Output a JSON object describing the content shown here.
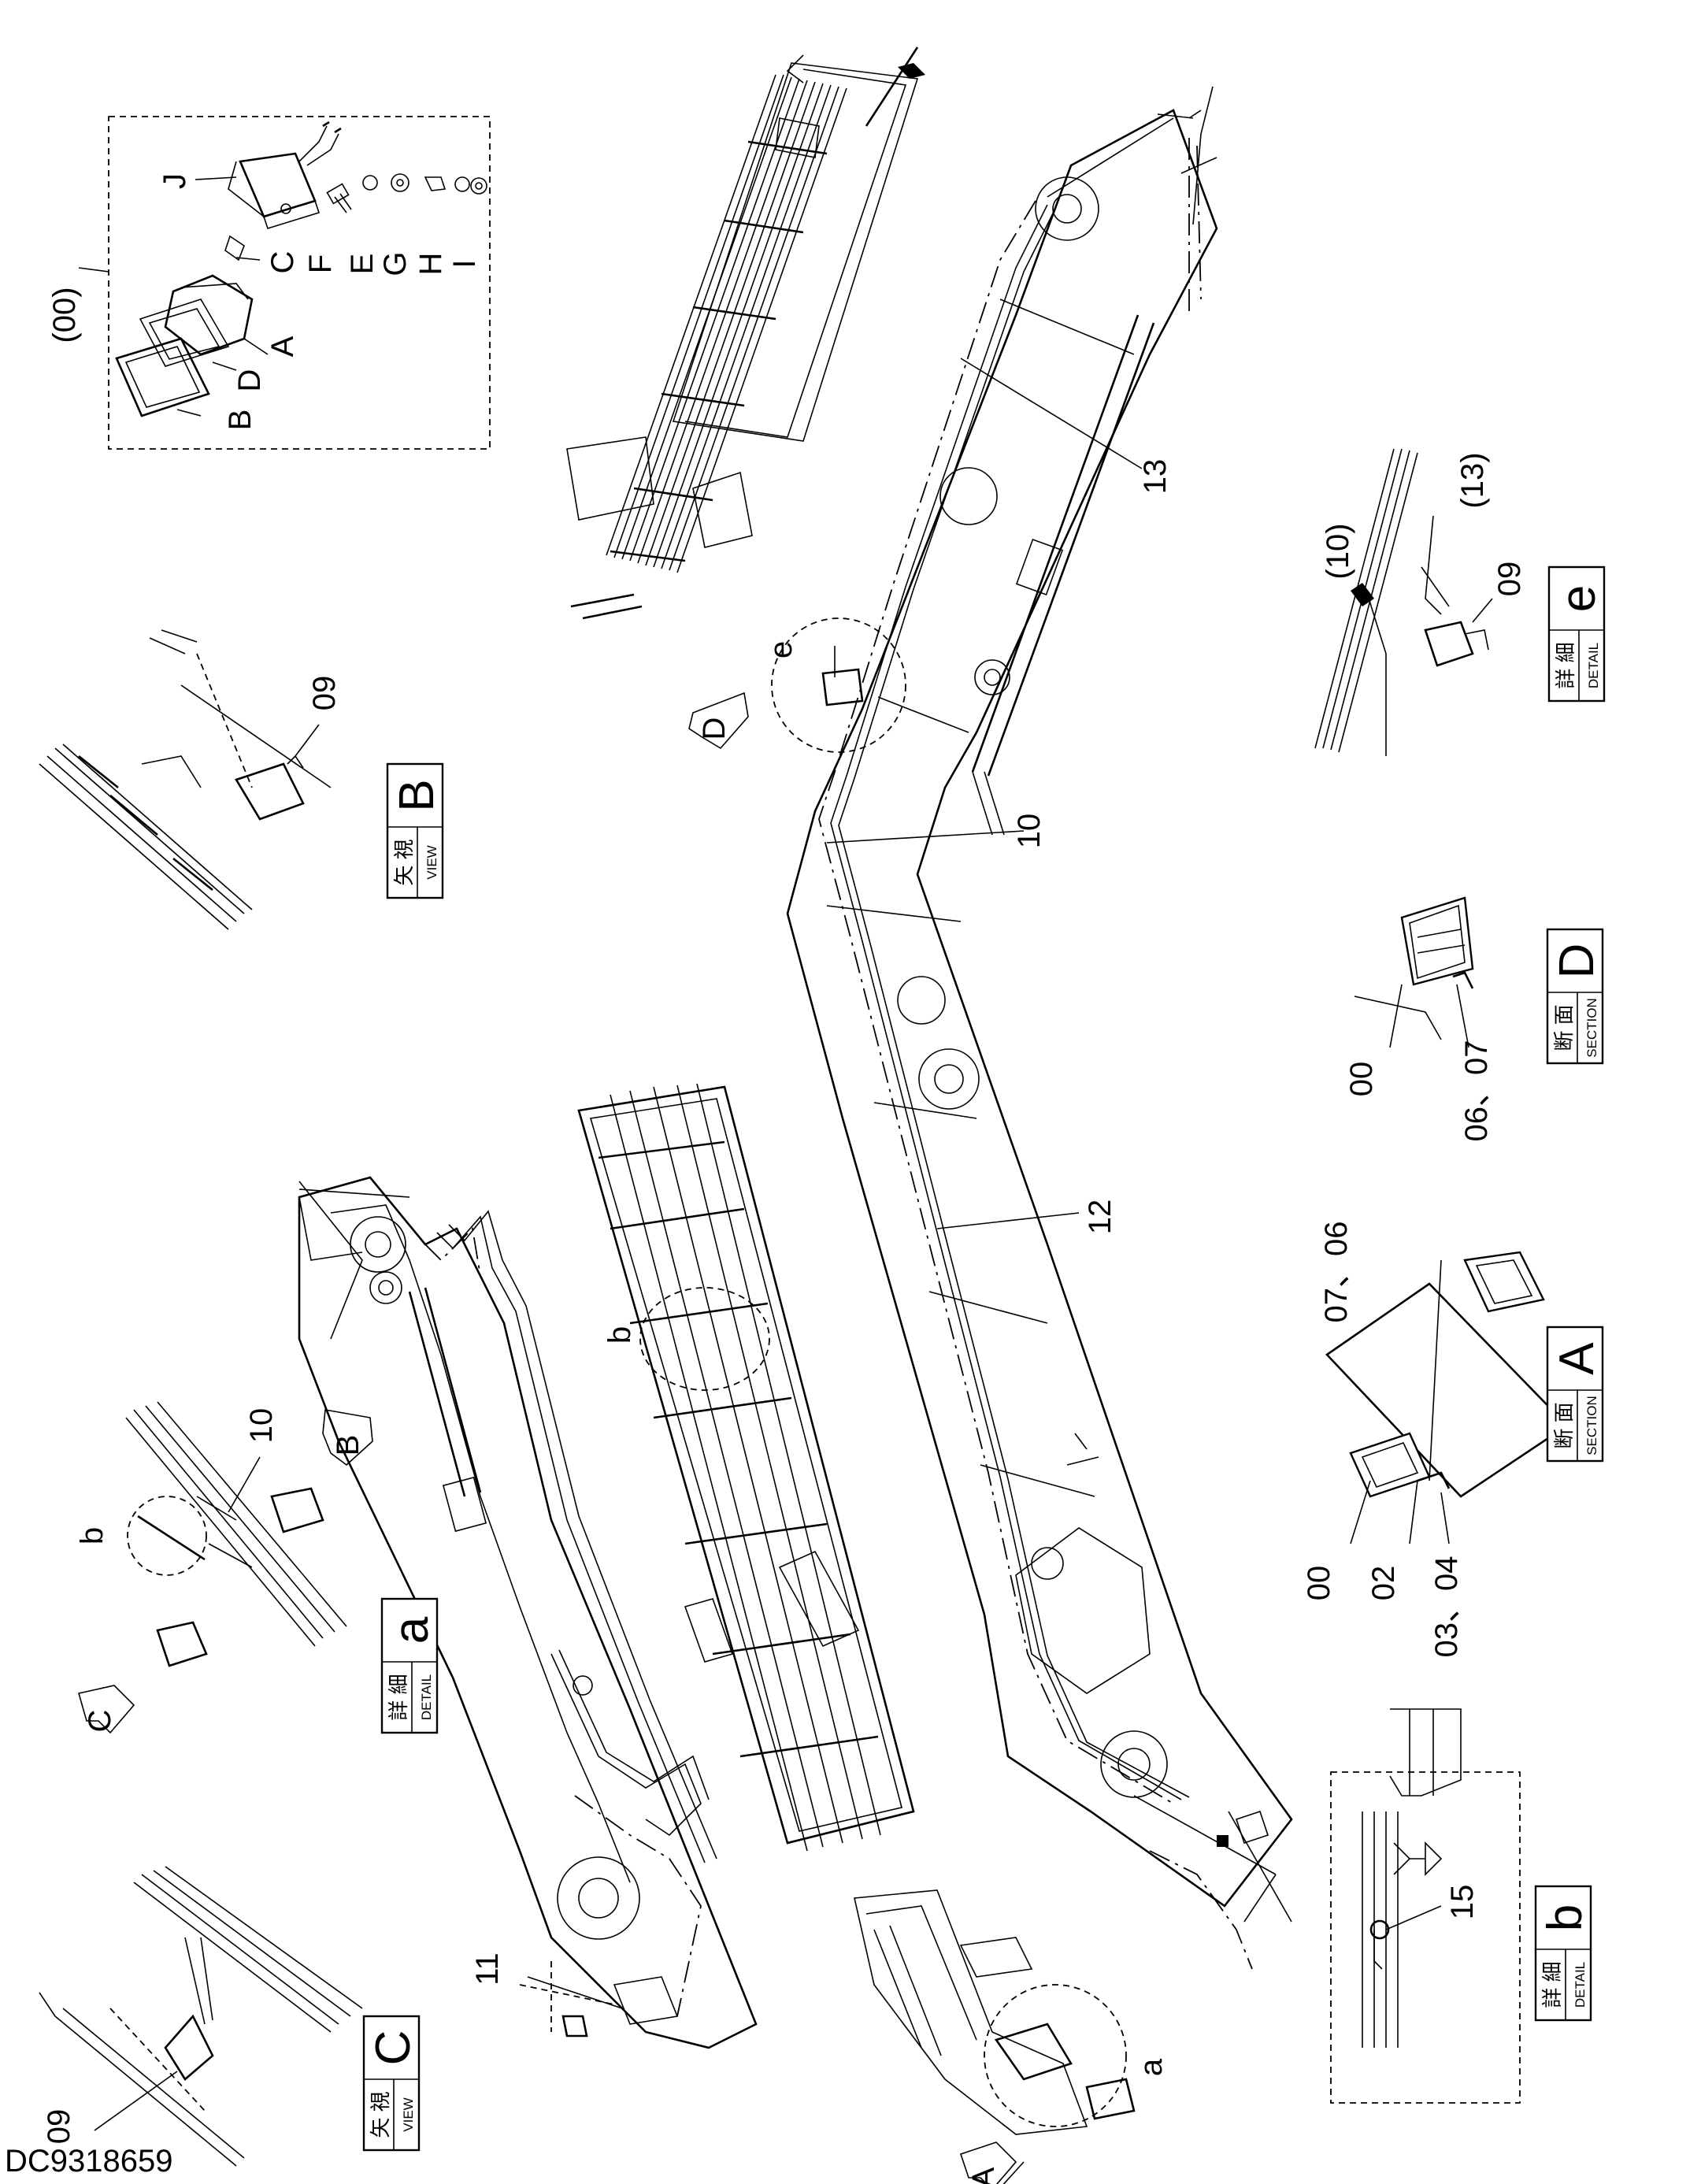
{
  "document_id": "DC9318659",
  "kit_callout": {
    "label": "(00)",
    "parts": [
      "J",
      "C",
      "F",
      "E",
      "G",
      "H",
      "I",
      "A",
      "D",
      "B"
    ]
  },
  "part_numbers": {
    "p00": "00",
    "p02": "02",
    "p03_04": "03、04",
    "p06": "06",
    "p07": "07",
    "p09": "09",
    "p10": "10",
    "p11": "11",
    "p12": "12",
    "p13": "13",
    "p15": "15",
    "p10_ref": "(10)",
    "p13_ref": "(13)",
    "p06_07_a": "07、06",
    "p06_07_d": "06、07"
  },
  "detail_markers": {
    "a": "a",
    "b": "b",
    "e": "e"
  },
  "view_arrows": {
    "A": "A",
    "B": "B",
    "C": "C",
    "D": "D"
  },
  "views": [
    {
      "id": "view-b",
      "jp": "矢 視",
      "en": "VIEW",
      "letter": "B"
    },
    {
      "id": "detail-a",
      "jp": "詳 細",
      "en": "DETAIL",
      "letter": "a"
    },
    {
      "id": "view-c",
      "jp": "矢 視",
      "en": "VIEW",
      "letter": "C"
    },
    {
      "id": "detail-e",
      "jp": "詳 細",
      "en": "DETAIL",
      "letter": "e"
    },
    {
      "id": "section-d",
      "jp": "断 面",
      "en": "SECTION",
      "letter": "D"
    },
    {
      "id": "section-a",
      "jp": "断 面",
      "en": "SECTION",
      "letter": "A"
    },
    {
      "id": "detail-b",
      "jp": "詳 細",
      "en": "DETAIL",
      "letter": "b"
    }
  ]
}
